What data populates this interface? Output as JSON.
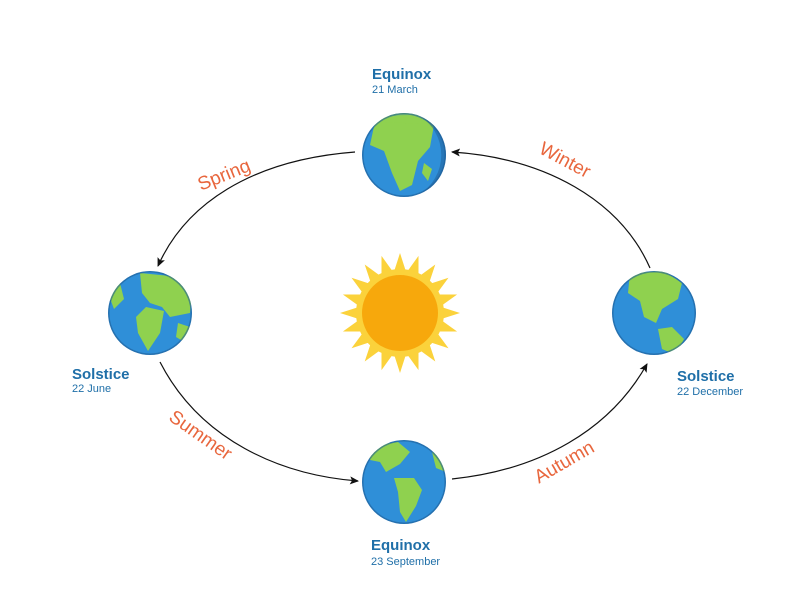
{
  "events": {
    "top": {
      "title": "Equinox",
      "date": "21 March"
    },
    "left": {
      "title": "Solstice",
      "date": "22 June"
    },
    "bottom": {
      "title": "Equinox",
      "date": "23 September"
    },
    "right": {
      "title": "Solstice",
      "date": "22 December"
    }
  },
  "seasons": {
    "spring": "Spring",
    "summer": "Summer",
    "autumn": "Autumn",
    "winter": "Winter"
  },
  "colors": {
    "title": "#1f6fa8",
    "season": "#e8663d",
    "ocean": "#2f8fd8",
    "ocean_shadow": "#1f5e96",
    "land": "#8fd14f",
    "sun_core": "#f7a80c",
    "sun_rays": "#fbd23b",
    "orbit": "#111111"
  },
  "icons": {
    "sun": "sun-icon",
    "earth": "earth-icon"
  }
}
